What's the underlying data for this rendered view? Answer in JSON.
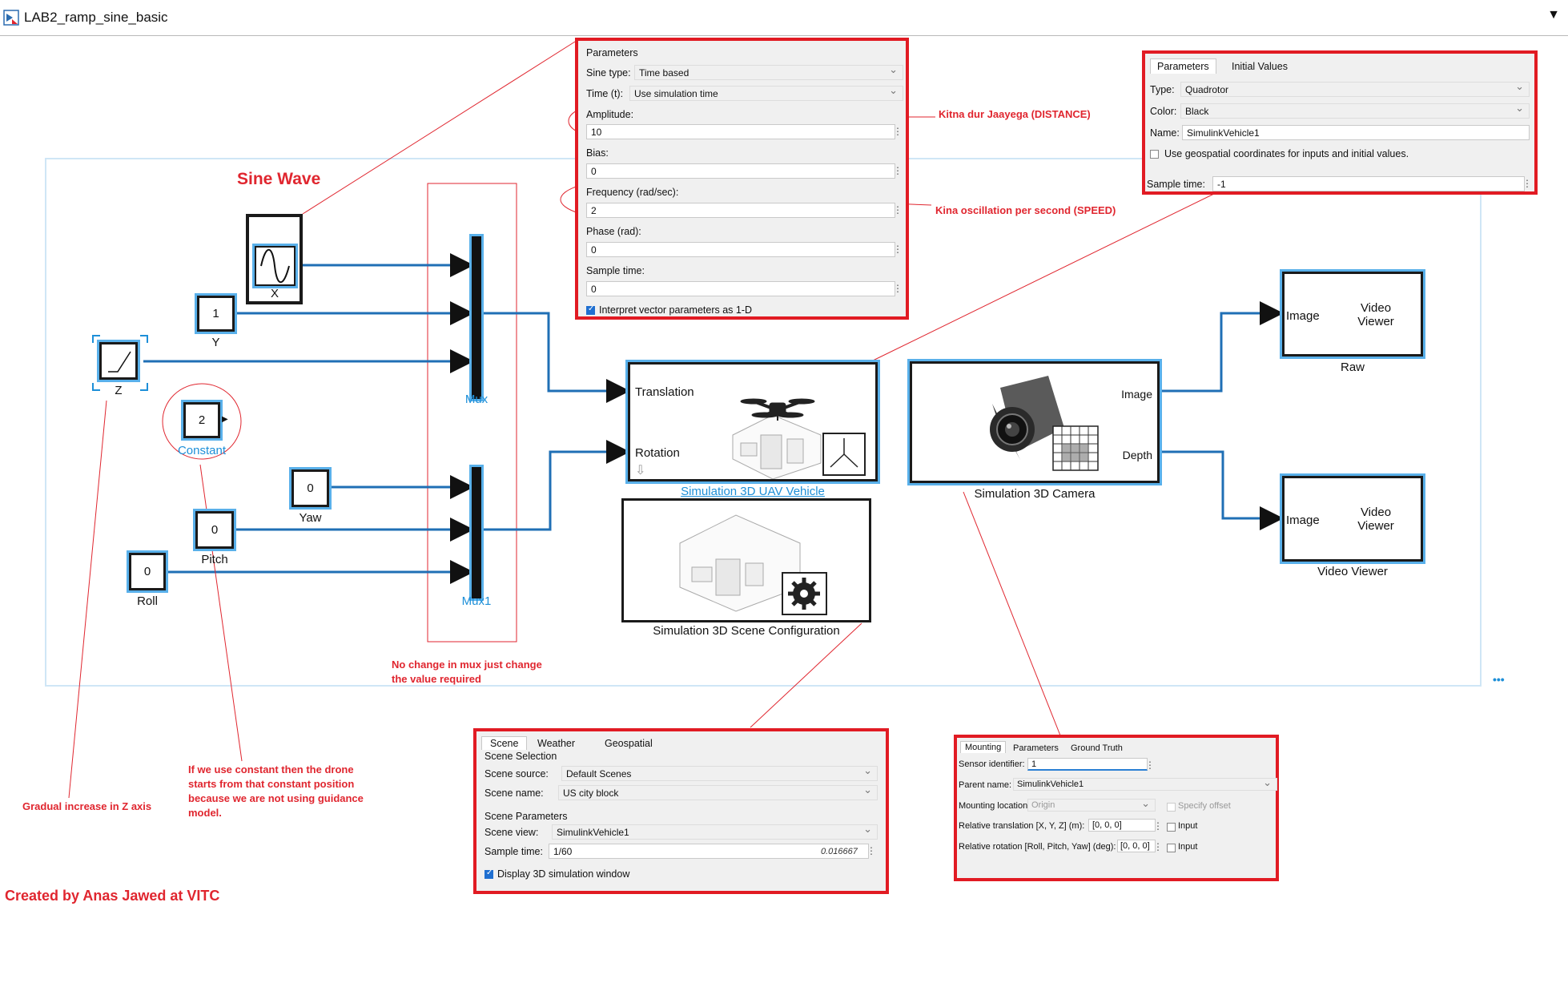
{
  "window": {
    "title": "LAB2_ramp_sine_basic"
  },
  "blocks": {
    "sine_label": "X",
    "sine_title": "Sine Wave",
    "const_y": {
      "value": "1",
      "label": "Y"
    },
    "ramp_label": "Z",
    "constant": {
      "value": "2",
      "label": "Constant"
    },
    "yaw": {
      "value": "0",
      "label": "Yaw"
    },
    "pitch": {
      "value": "0",
      "label": "Pitch"
    },
    "roll": {
      "value": "0",
      "label": "Roll"
    },
    "mux": "Mux",
    "mux1": "Mux1",
    "uav": {
      "translation": "Translation",
      "rotation": "Rotation",
      "label": "Simulation 3D UAV Vehicle"
    },
    "scene_cfg": {
      "label": "Simulation 3D Scene Configuration"
    },
    "camera": {
      "image": "Image",
      "depth": "Depth",
      "label": "Simulation 3D Camera"
    },
    "viewer_raw": {
      "port": "Image",
      "title": "Video\nViewer",
      "label": "Raw"
    },
    "viewer_vv": {
      "port": "Image",
      "title": "Video\nViewer",
      "label": "Video Viewer"
    },
    "ellipsis": "•••"
  },
  "sine_dialog": {
    "header": "Parameters",
    "sine_type_label": "Sine type:",
    "sine_type": "Time based",
    "time_label": "Time (t):",
    "time": "Use simulation time",
    "amplitude_label": "Amplitude:",
    "amplitude": "10",
    "bias_label": "Bias:",
    "bias": "0",
    "freq_label": "Frequency (rad/sec):",
    "freq": "2",
    "phase_label": "Phase (rad):",
    "phase": "0",
    "sample_label": "Sample time:",
    "sample": "0",
    "interpret": "Interpret vector parameters as 1-D"
  },
  "uav_dialog": {
    "tab1": "Parameters",
    "tab2": "Initial Values",
    "type_label": "Type:",
    "type": "Quadrotor",
    "color_label": "Color:",
    "color": "Black",
    "name_label": "Name:",
    "name": "SimulinkVehicle1",
    "geo": "Use geospatial coordinates for inputs and initial values.",
    "sample_label": "Sample time:",
    "sample": "-1"
  },
  "scene_dialog": {
    "tab1": "Scene",
    "tab2": "Weather",
    "tab3": "Geospatial",
    "sel_header": "Scene Selection",
    "source_label": "Scene source:",
    "source": "Default Scenes",
    "name_label": "Scene name:",
    "name": "US city block",
    "param_header": "Scene Parameters",
    "view_label": "Scene view:",
    "view": "SimulinkVehicle1",
    "sample_label": "Sample time:",
    "sample": "1/60",
    "sample_eval": "0.016667",
    "display": "Display 3D simulation window"
  },
  "camera_dialog": {
    "tab1": "Mounting",
    "tab2": "Parameters",
    "tab3": "Ground Truth",
    "sensor_label": "Sensor identifier:",
    "sensor": "1",
    "parent_label": "Parent name:",
    "parent": "SimulinkVehicle1",
    "mount_label": "Mounting location:",
    "mount": "Origin",
    "specify": "Specify offset",
    "trans_label": "Relative translation [X, Y, Z] (m):",
    "trans": "[0, 0, 0]",
    "input1": "Input",
    "rot_label": "Relative rotation [Roll, Pitch, Yaw] (deg):",
    "rot": "[0, 0, 0]",
    "input2": "Input"
  },
  "notes": {
    "amplitude": "Kitna dur Jaayega (DISTANCE)",
    "frequency": "Kina oscillation per second (SPEED)",
    "mux": "No change in mux just change\nthe value required",
    "constant": "If we use constant then the drone\nstarts from that constant position\nbecause we are not using guidance\nmodel.",
    "z_axis": "Gradual increase in Z axis",
    "credit": "Created by Anas Jawed at VITC"
  },
  "colors": {
    "annotation": "#e0262f",
    "link": "#1d8fd8",
    "signal": "#1f6fb5",
    "highlight": "#59b0ea"
  }
}
